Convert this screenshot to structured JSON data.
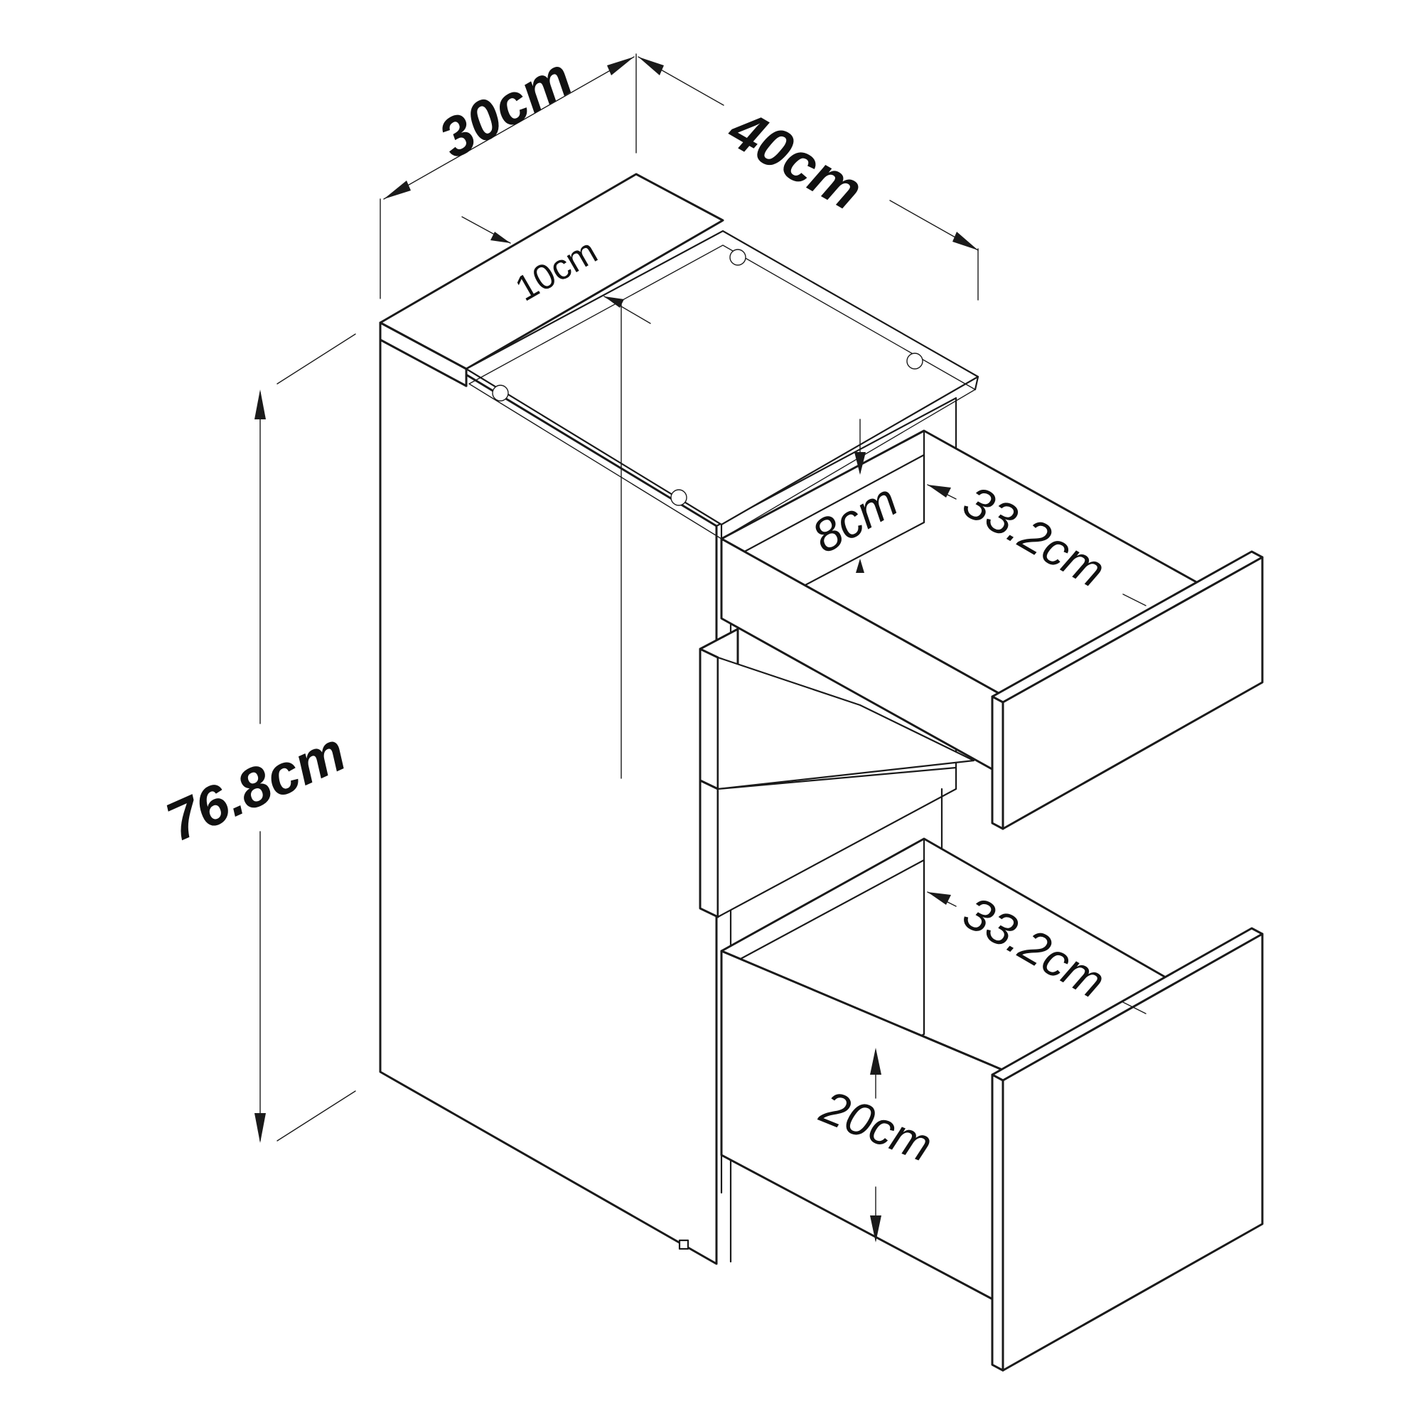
{
  "dimensions": {
    "top_depth": "30cm",
    "top_width": "40cm",
    "top_offset": "10cm",
    "height": "76.8cm",
    "drawer_height": "8cm",
    "top_drawer_depth": "33.2cm",
    "bottom_drawer_depth": "33.2cm",
    "bottom_drawer_height": "20cm"
  },
  "colors": {
    "line": "#1a1a1a",
    "background": "#ffffff"
  }
}
